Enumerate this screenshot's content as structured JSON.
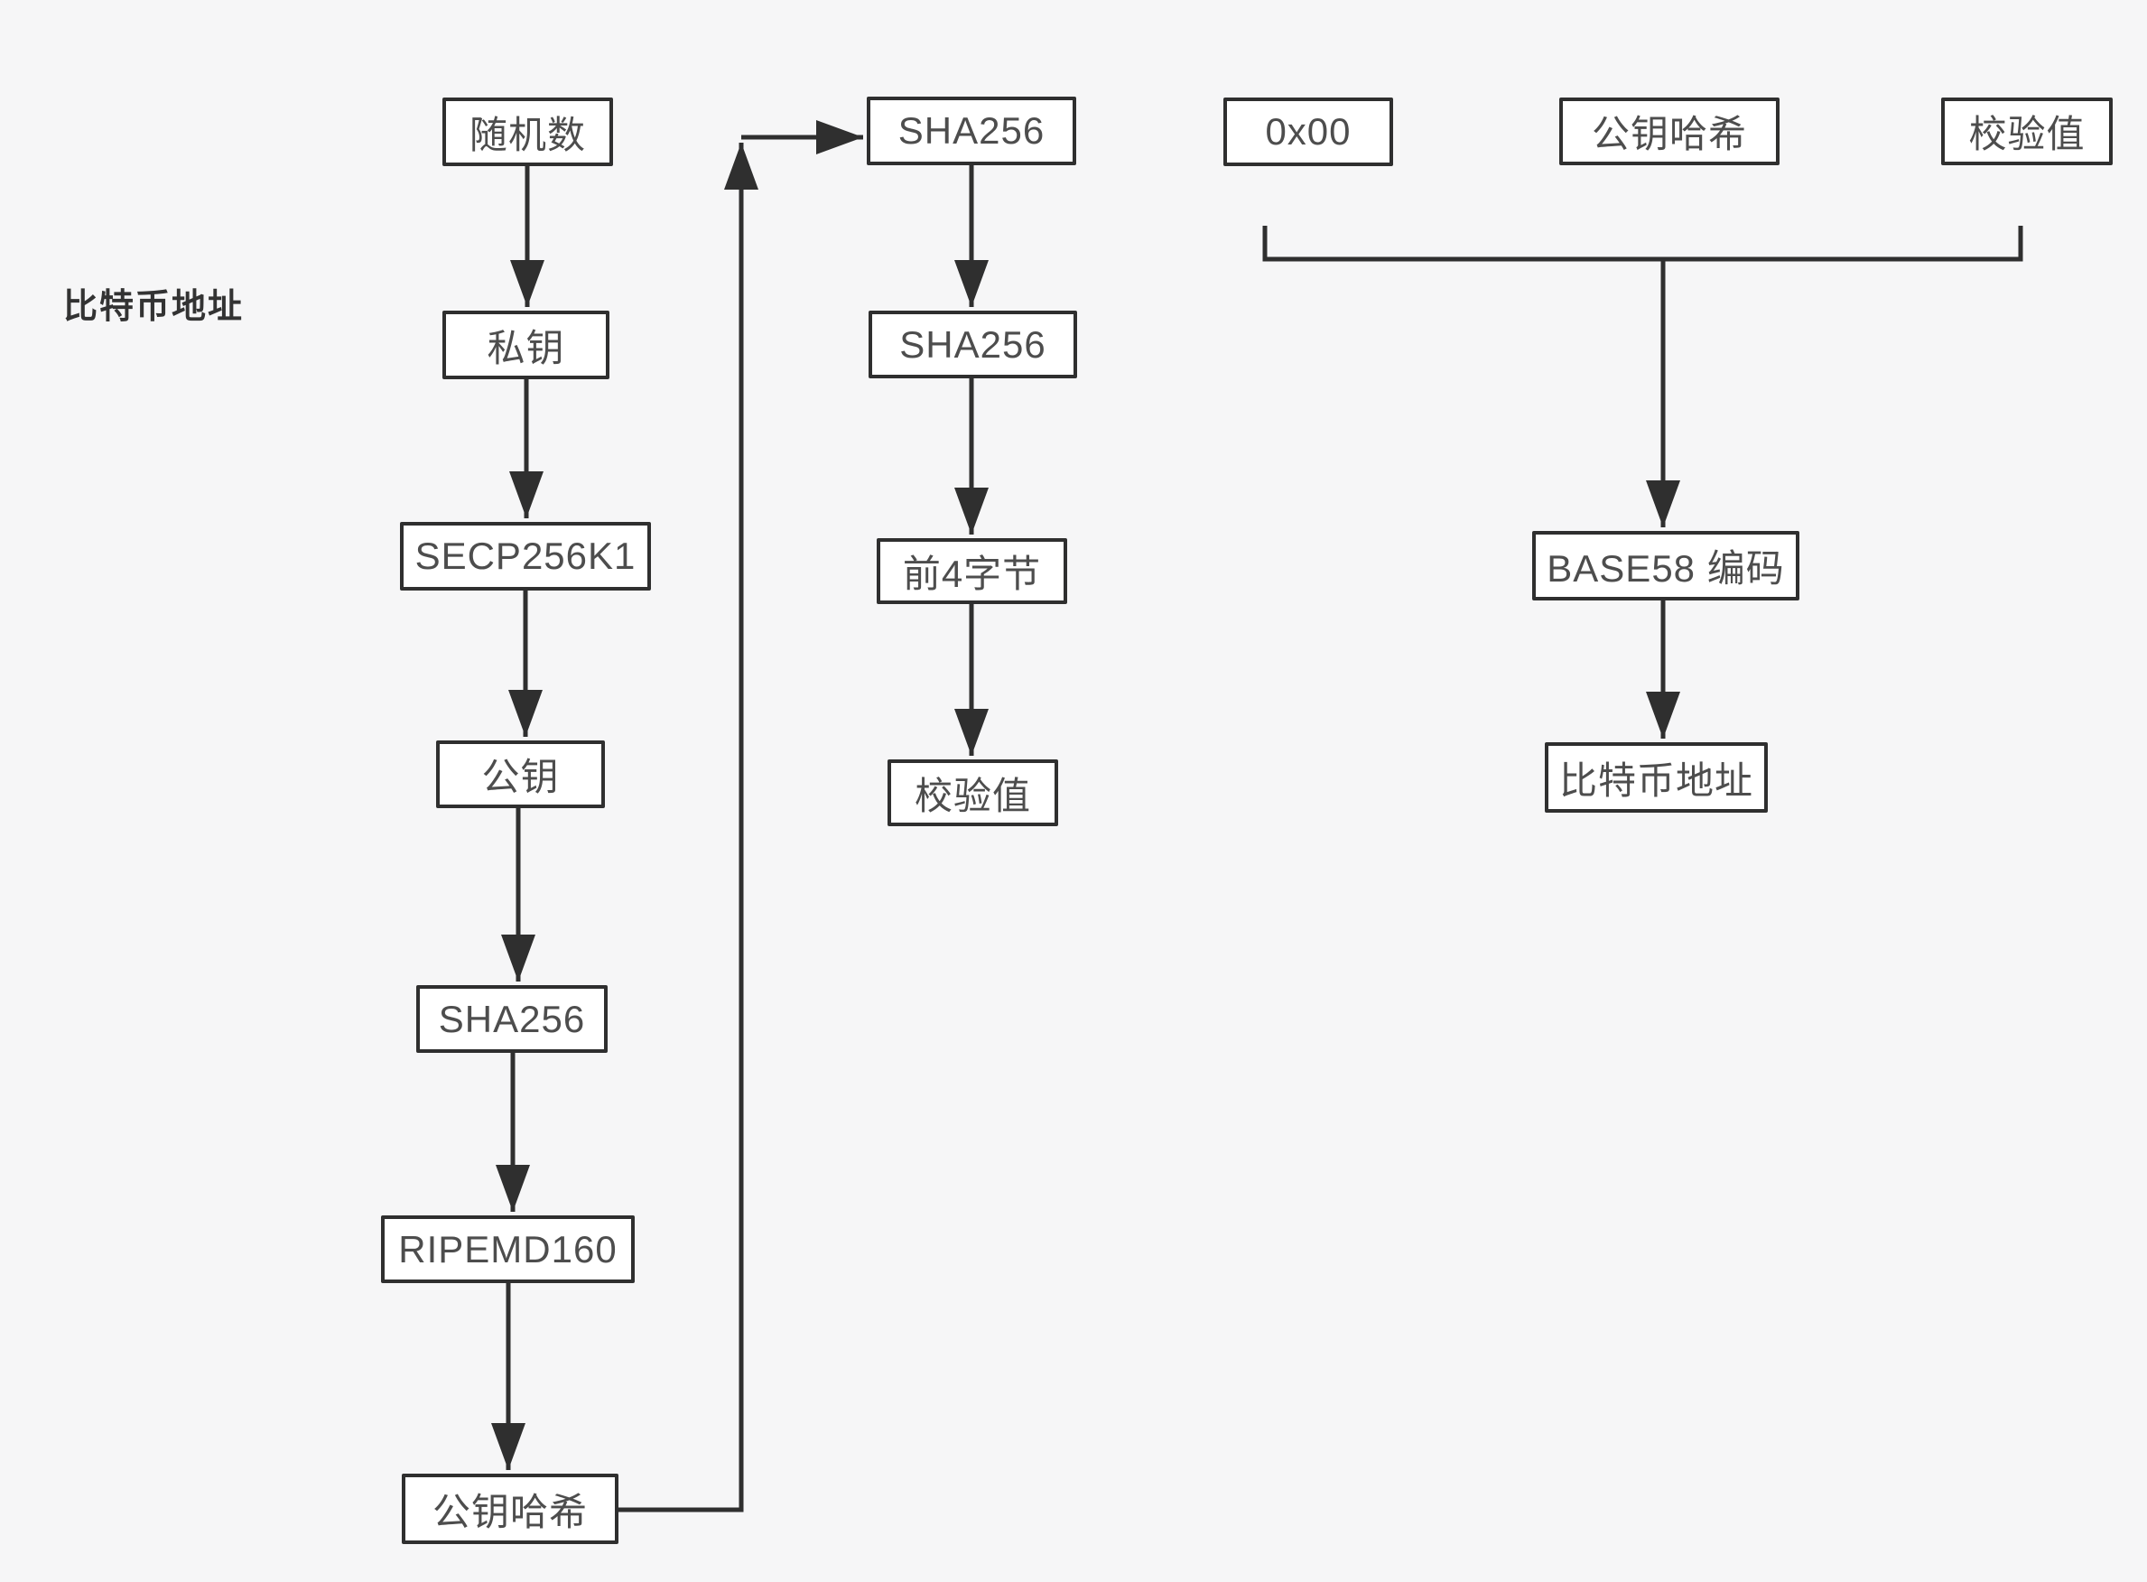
{
  "diagram": {
    "title_label": "比特币地址",
    "colors": {
      "background": "#f6f6f7",
      "node_fill": "#ffffff",
      "node_border": "#2f2f2f",
      "connector": "#2f2f2f",
      "node_text": "#4d4d4d",
      "title_text": "#333333"
    },
    "nodes": {
      "random_number": {
        "label": "随机数"
      },
      "private_key": {
        "label": "私钥"
      },
      "secp256k1": {
        "label": "SECP256K1"
      },
      "public_key": {
        "label": "公钥"
      },
      "sha256_1": {
        "label": "SHA256"
      },
      "ripemd160": {
        "label": "RIPEMD160"
      },
      "pubkey_hash_1": {
        "label": "公钥哈希"
      },
      "sha256_2": {
        "label": "SHA256"
      },
      "sha256_3": {
        "label": "SHA256"
      },
      "first_4_bytes": {
        "label": "前4字节"
      },
      "checksum_1": {
        "label": "校验值"
      },
      "prefix_0x00": {
        "label": "0x00"
      },
      "pubkey_hash_2": {
        "label": "公钥哈希"
      },
      "checksum_2": {
        "label": "校验值"
      },
      "base58_encode": {
        "label": "BASE58 编码"
      },
      "bitcoin_address": {
        "label": "比特币地址"
      }
    }
  }
}
